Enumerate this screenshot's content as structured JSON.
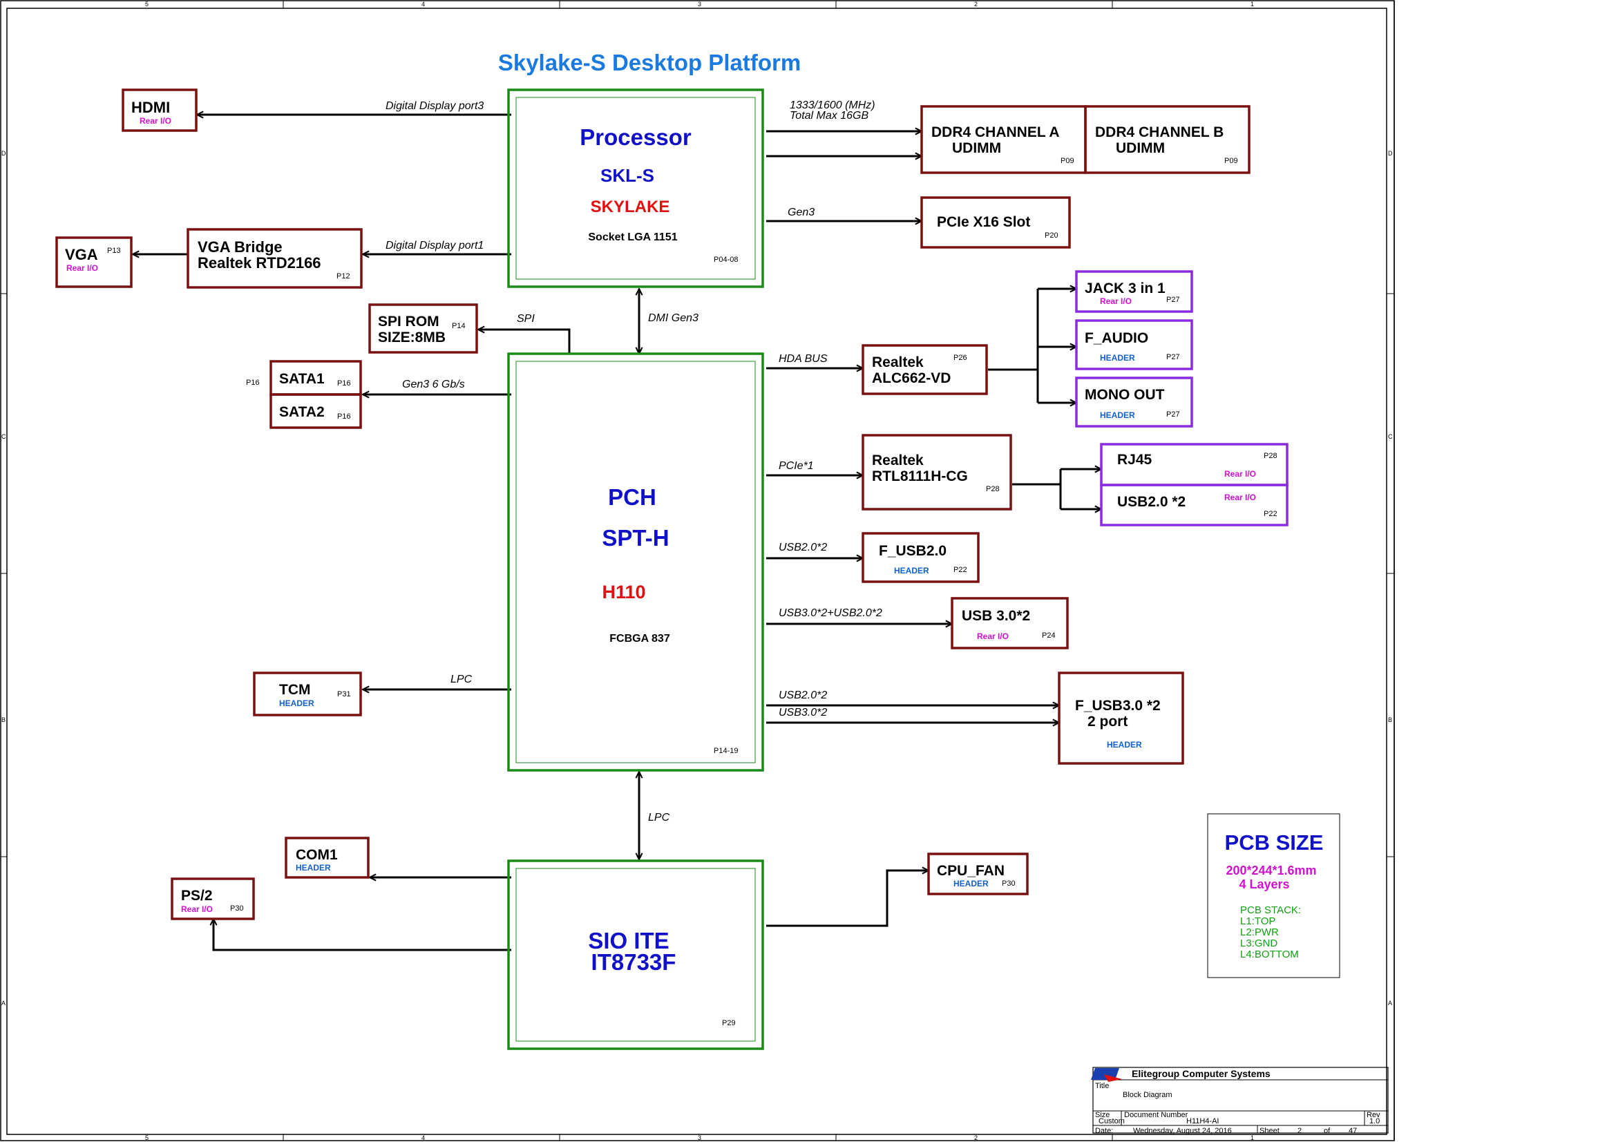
{
  "title": "Skylake-S Desktop Platform",
  "frame": {
    "col_labels": [
      "5",
      "4",
      "3",
      "2",
      "1"
    ],
    "row_labels": [
      "D",
      "C",
      "B",
      "A"
    ]
  },
  "processor": {
    "name": "Processor",
    "code": "SKL-S",
    "family": "SKYLAKE",
    "socket": "Socket LGA 1151",
    "page": "P04-08"
  },
  "pch": {
    "name": "PCH",
    "code": "SPT-H",
    "chipset": "H110",
    "package": "FCBGA 837",
    "page": "P14-19"
  },
  "sio": {
    "line1": "SIO ITE",
    "line2": "IT8733F",
    "page": "P29"
  },
  "blocks": {
    "hdmi": {
      "name": "HDMI",
      "sub": "Rear I/O"
    },
    "vga": {
      "name": "VGA",
      "sub": "Rear I/O",
      "page": "P13"
    },
    "vga_bridge": {
      "line1": "VGA Bridge",
      "line2": "Realtek RTD2166",
      "page": "P12"
    },
    "spi_rom": {
      "line1": "SPI ROM",
      "line2": "SIZE:8MB",
      "page": "P14"
    },
    "sata1": {
      "name": "SATA1",
      "page": "P16"
    },
    "sata2": {
      "name": "SATA2",
      "page": "P16"
    },
    "sata_side_page": "P16",
    "tcm": {
      "name": "TCM",
      "sub": "HEADER",
      "page": "P31"
    },
    "com1": {
      "name": "COM1",
      "sub": "HEADER"
    },
    "ps2": {
      "name": "PS/2",
      "sub": "Rear I/O",
      "page": "P30"
    },
    "ddr_a": {
      "line1": "DDR4 CHANNEL A",
      "line2": "UDIMM",
      "page": "P09"
    },
    "ddr_b": {
      "line1": "DDR4 CHANNEL B",
      "line2": "UDIMM",
      "page": "P09"
    },
    "pcie_slot": {
      "name": "PCIe X16 Slot",
      "page": "P20"
    },
    "alc662": {
      "line1": "Realtek",
      "line2": "ALC662-VD",
      "page": "P26"
    },
    "jack": {
      "name": "JACK 3 in 1",
      "sub": "Rear I/O",
      "page": "P27"
    },
    "f_audio": {
      "name": "F_AUDIO",
      "sub": "HEADER",
      "page": "P27"
    },
    "mono_out": {
      "name": "MONO OUT",
      "sub": "HEADER",
      "page": "P27"
    },
    "rtl8111": {
      "line1": "Realtek",
      "line2": "RTL8111H-CG",
      "page": "P28"
    },
    "rj45": {
      "name": "RJ45",
      "sub": "Rear I/O",
      "page": "P28"
    },
    "usb20_rear": {
      "name": "USB2.0 *2",
      "sub": "Rear I/O",
      "page": "P22"
    },
    "f_usb20": {
      "name": "F_USB2.0",
      "sub": "HEADER",
      "page": "P22"
    },
    "usb30": {
      "name": "USB 3.0*2",
      "sub": "Rear I/O",
      "page": "P24"
    },
    "f_usb30": {
      "line1": "F_USB3.0 *2",
      "line2": "2 port",
      "sub": "HEADER"
    },
    "cpu_fan": {
      "name": "CPU_FAN",
      "sub": "HEADER",
      "page": "P30"
    }
  },
  "buses": {
    "hdmi": "Digital Display port3",
    "vga": "Digital Display port1",
    "mem_line1": "1333/1600 (MHz)",
    "mem_line2": "Total Max 16GB",
    "gen3": "Gen3",
    "dmi": "DMI Gen3",
    "spi": "SPI",
    "sata": "Gen3 6 Gb/s",
    "hda": "HDA BUS",
    "pcie1": "PCIe*1",
    "usb20x2": "USB2.0*2",
    "usb3_combo": "USB3.0*2+USB2.0*2",
    "lpc_tcm": "LPC",
    "usb20_front": "USB2.0*2",
    "usb30_front": "USB3.0*2",
    "lpc_sio": "LPC"
  },
  "pcb": {
    "title": "PCB SIZE",
    "size": "200*244*1.6mm",
    "layers": "4 Layers",
    "stack_title": "PCB STACK:",
    "stack": [
      "L1:TOP",
      "L2:PWR",
      "L3:GND",
      "L4:BOTTOM"
    ]
  },
  "title_block": {
    "company": "Elitegroup Computer Systems",
    "title_label": "Title",
    "title": "Block Diagram",
    "size_label": "Size",
    "size": "Custom",
    "docnum_label": "Document Number",
    "docnum": "H11H4-AI",
    "rev_label": "Rev",
    "rev": "1.0",
    "date_label": "Date:",
    "date": "Wednesday, August 24, 2016",
    "sheet_label": "Sheet",
    "sheet": "2",
    "of_label": "of",
    "total": "47"
  },
  "colors": {
    "green": "#1a8a1a",
    "maroon": "#7a1010",
    "purple": "#8a2be2",
    "blue": "#1010c8",
    "red": "#e01010",
    "magenta": "#d010d0",
    "header_blue": "#1060d0",
    "title_blue": "#1a7ae0",
    "stack_green": "#10a010"
  }
}
